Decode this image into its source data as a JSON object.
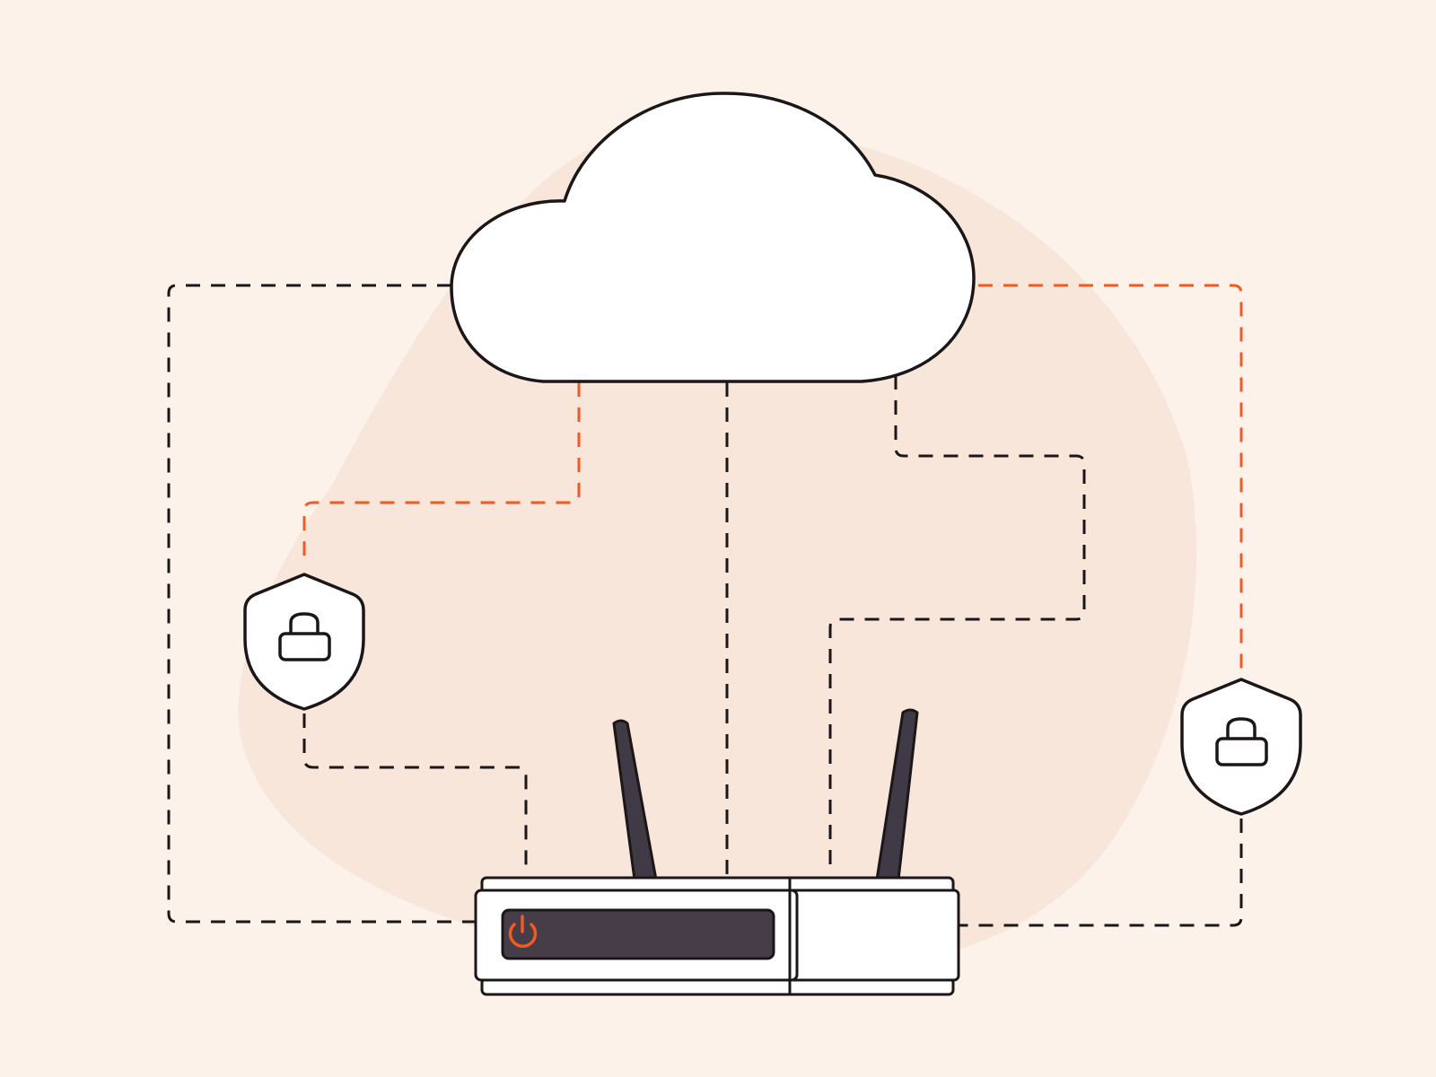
{
  "colors": {
    "background": "#FDF2EA",
    "blob": "#F8E6DB",
    "outline": "#1B1719",
    "accent": "#F15A22",
    "device_panel": "#463D48",
    "antenna": "#3F3A45",
    "fill": "#FFFFFF"
  },
  "nodes": {
    "cloud": {
      "icon": "cloud-icon"
    },
    "router": {
      "icon": "router-icon",
      "power_icon": "power-icon",
      "antennas": 2
    },
    "shield_left": {
      "icon": "shield-lock-icon"
    },
    "shield_right": {
      "icon": "shield-lock-icon"
    }
  },
  "connections": [
    {
      "from": "cloud",
      "to": "router",
      "route": "left-outer",
      "style": "dashed",
      "color": "outline"
    },
    {
      "from": "cloud",
      "to": "shield_left",
      "style": "dashed",
      "color": "accent"
    },
    {
      "from": "shield_left",
      "to": "router",
      "style": "dashed",
      "color": "outline"
    },
    {
      "from": "cloud",
      "to": "router",
      "route": "center",
      "style": "dashed",
      "color": "outline"
    },
    {
      "from": "cloud",
      "to": "router",
      "route": "right-inner",
      "style": "dashed",
      "color": "outline"
    },
    {
      "from": "cloud",
      "to": "shield_right",
      "style": "dashed",
      "color": "accent"
    },
    {
      "from": "shield_right",
      "to": "router",
      "style": "dashed",
      "color": "outline"
    }
  ]
}
